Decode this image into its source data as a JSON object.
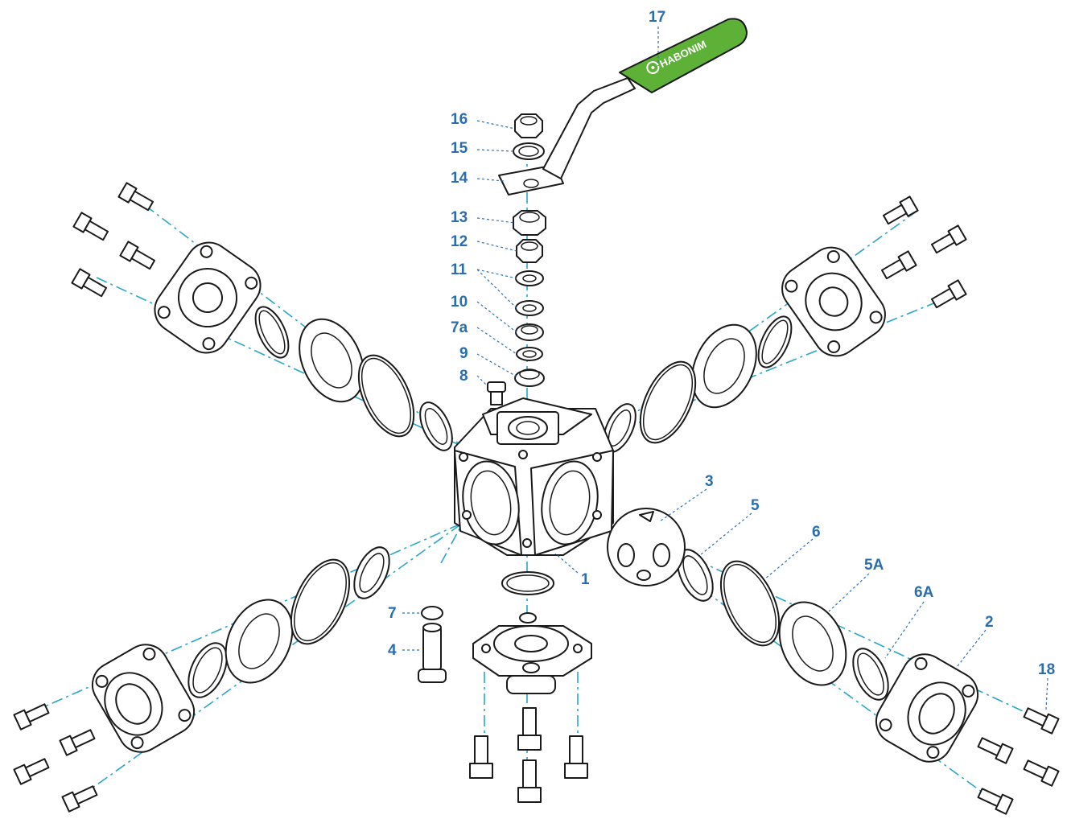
{
  "colors": {
    "callout": "#2a6db0",
    "leader": "#2a73b8",
    "axis": "#2aa6c9",
    "line": "#1a1a1a",
    "handle_grip": "#5cb136"
  },
  "handle": {
    "brand": "HABONIM",
    "logo_icon": "habonim-logo-icon"
  },
  "callouts": {
    "c1": "1",
    "c2": "2",
    "c3": "3",
    "c4": "4",
    "c5": "5",
    "c5a": "5A",
    "c6": "6",
    "c6a": "6A",
    "c7": "7",
    "c7a": "7a",
    "c8": "8",
    "c9": "9",
    "c10": "10",
    "c11": "11",
    "c12": "12",
    "c13": "13",
    "c14": "14",
    "c15": "15",
    "c16": "16",
    "c17": "17",
    "c18": "18"
  }
}
